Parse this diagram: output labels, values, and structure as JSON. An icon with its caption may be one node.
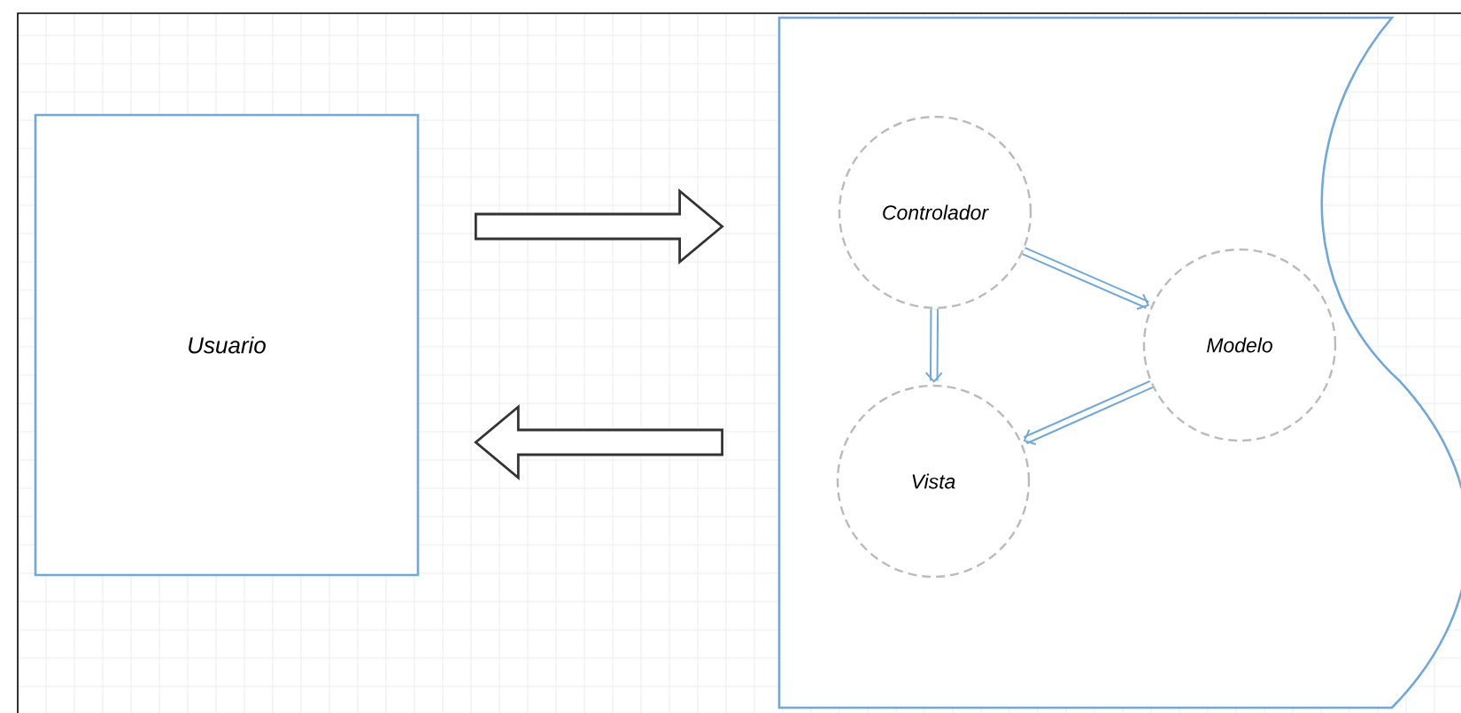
{
  "diagram": {
    "nodes": [
      {
        "text": [
          "Usuario"
        ]
      },
      {
        "text": [],
        "shape": "box"
      },
      {
        "text": [
          "Controlador"
        ],
        "in": 1
      },
      {
        "text": [
          "Modelo"
        ],
        "in": 1
      },
      {
        "text": [
          "Vista"
        ],
        "in": 1
      }
    ],
    "edges": [
      {
        "from": 0,
        "to": 1,
        "arrow": "to",
        "style": "thick",
        "color": "#333333"
      },
      {
        "from": 1,
        "to": 0,
        "arrow": "to",
        "style": "thick",
        "color": "#333333"
      },
      {
        "from": 2,
        "to": 3,
        "arrow": "to"
      },
      {
        "from": 2,
        "to": 4,
        "arrow": "to"
      },
      {
        "from": 3,
        "to": 4,
        "arrow": "to"
      }
    ]
  }
}
